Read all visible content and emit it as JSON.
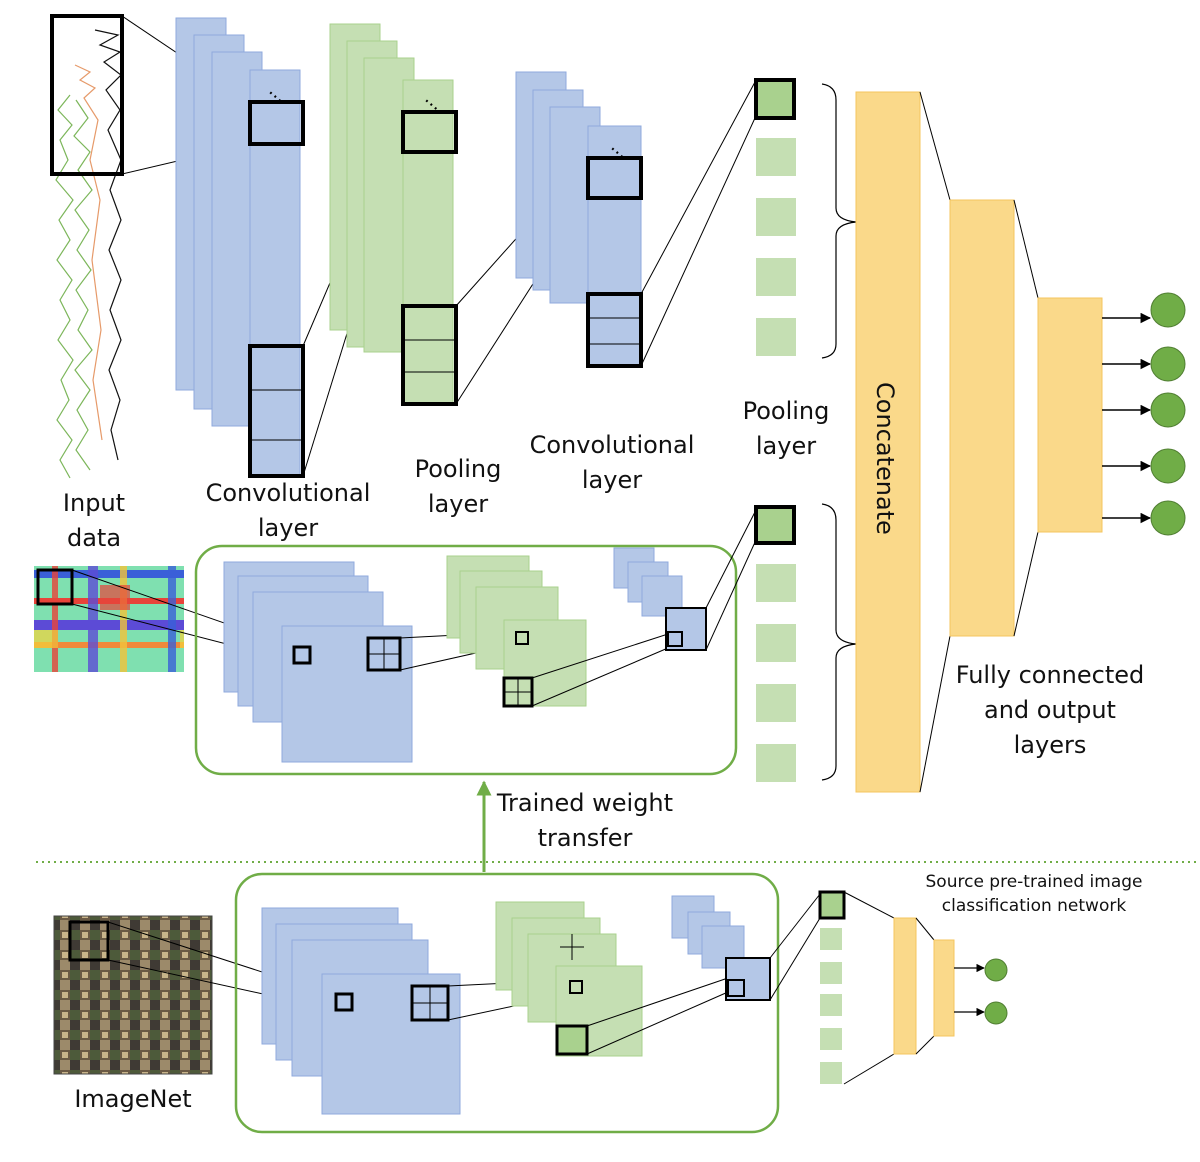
{
  "colors": {
    "conv": "#b4c7e7",
    "conv_edge": "#8faadc",
    "pool": "#c5dfb3",
    "pool_edge": "#a9d18e",
    "fc": "#fad98a",
    "fc_edge": "#f4c55e",
    "node": "#70ad47",
    "box": "#70ad47",
    "divider": "#70ad47",
    "line": "#000000"
  },
  "labels": {
    "input_data": [
      "Input",
      "data"
    ],
    "conv_layer_1": [
      "Convolutional",
      "layer"
    ],
    "pooling_layer_1": [
      "Pooling",
      "layer"
    ],
    "conv_layer_2": [
      "Convolutional",
      "layer"
    ],
    "pooling_layer_2": [
      "Pooling",
      "layer"
    ],
    "concatenate": "Concatenate",
    "fully_connected": [
      "Fully connected",
      "and output",
      "layers"
    ],
    "trained_weight_transfer": [
      "Trained weight",
      "transfer"
    ],
    "source_network": [
      "Source pre-trained image",
      "classification network"
    ],
    "imagenet": "ImageNet"
  },
  "ellipsis": "..."
}
